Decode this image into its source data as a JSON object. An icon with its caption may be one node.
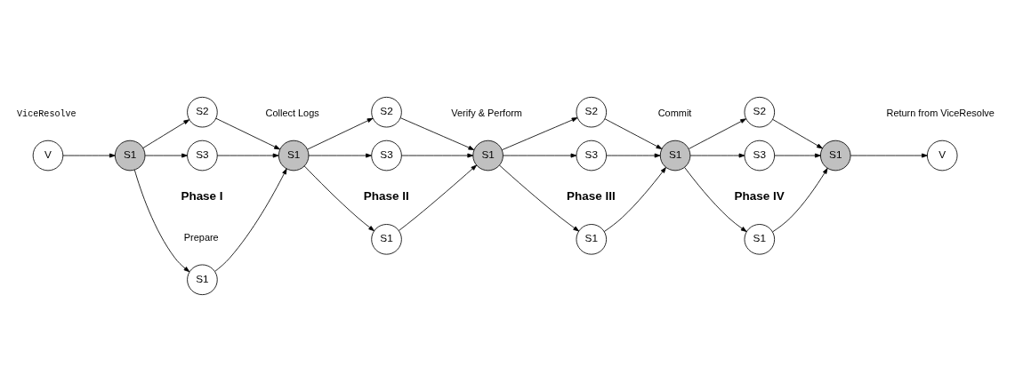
{
  "diagram": {
    "nodes": [
      {
        "text": [
          "V"
        ]
      },
      {
        "text": [
          "S1"
        ]
      },
      {
        "text": [
          "S1"
        ]
      },
      {
        "text": [
          "S2"
        ]
      },
      {
        "text": [
          "S3"
        ]
      },
      {
        "text": [
          "S1"
        ]
      },
      {
        "text": [
          "S1"
        ]
      },
      {
        "text": [
          "S2"
        ]
      },
      {
        "text": [
          "S3"
        ]
      },
      {
        "text": [
          "S1"
        ]
      },
      {
        "text": [
          "S1"
        ]
      },
      {
        "text": [
          "S2"
        ]
      },
      {
        "text": [
          "S3"
        ]
      },
      {
        "text": [
          "S1"
        ]
      },
      {
        "text": [
          "S1"
        ]
      },
      {
        "text": [
          "S2"
        ]
      },
      {
        "text": [
          "S3"
        ]
      },
      {
        "text": [
          "S1"
        ]
      },
      {
        "text": [
          "V"
        ]
      }
    ],
    "edges": [
      {
        "from": 0,
        "to": 1,
        "arrow": "to"
      },
      {
        "from": 1,
        "to": 2,
        "arrow": "to"
      },
      {
        "from": 1,
        "to": 3,
        "arrow": "to"
      },
      {
        "from": 1,
        "to": 4,
        "arrow": "to"
      },
      {
        "from": 2,
        "to": 5,
        "arrow": "to"
      },
      {
        "from": 3,
        "to": 5,
        "arrow": "to"
      },
      {
        "from": 4,
        "to": 5,
        "arrow": "to"
      },
      {
        "from": 5,
        "to": 6,
        "arrow": "to"
      },
      {
        "from": 5,
        "to": 7,
        "arrow": "to"
      },
      {
        "from": 5,
        "to": 8,
        "arrow": "to"
      },
      {
        "from": 6,
        "to": 9,
        "arrow": "to"
      },
      {
        "from": 7,
        "to": 9,
        "arrow": "to"
      },
      {
        "from": 8,
        "to": 9,
        "arrow": "to"
      },
      {
        "from": 9,
        "to": 10,
        "arrow": "to"
      },
      {
        "from": 9,
        "to": 11,
        "arrow": "to"
      },
      {
        "from": 9,
        "to": 12,
        "arrow": "to"
      },
      {
        "from": 10,
        "to": 13,
        "arrow": "to"
      },
      {
        "from": 11,
        "to": 13,
        "arrow": "to"
      },
      {
        "from": 12,
        "to": 13,
        "arrow": "to"
      },
      {
        "from": 13,
        "to": 14,
        "arrow": "to"
      },
      {
        "from": 13,
        "to": 15,
        "arrow": "to"
      },
      {
        "from": 13,
        "to": 16,
        "arrow": "to"
      },
      {
        "from": 14,
        "to": 17,
        "arrow": "to"
      },
      {
        "from": 15,
        "to": 17,
        "arrow": "to"
      },
      {
        "from": 16,
        "to": 17,
        "arrow": "to"
      },
      {
        "from": 17,
        "to": 18,
        "arrow": "to"
      }
    ],
    "labels": [
      "Phase I",
      "Phase II",
      "Phase III",
      "Phase IV",
      "ViceResolve",
      "Prepare",
      "Collect Logs",
      "Verify & Perform",
      "Commit",
      "Return from ViceResolve"
    ]
  }
}
